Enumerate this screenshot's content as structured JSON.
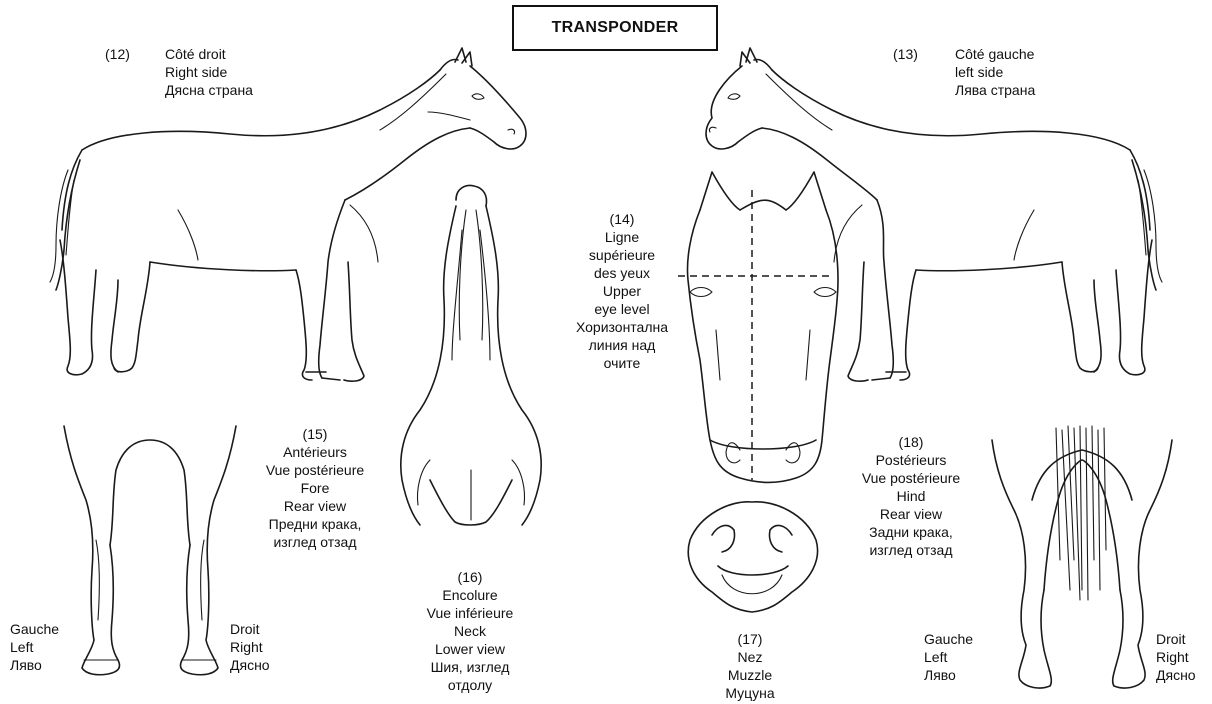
{
  "title": "TRANSPONDER",
  "views": {
    "right_side": {
      "num": "(12)",
      "lines": [
        "Côté droit",
        "Right side",
        "Дясна страна"
      ]
    },
    "left_side": {
      "num": "(13)",
      "lines": [
        "Côté gauche",
        "left side",
        "Лява страна"
      ]
    },
    "eye_level": {
      "lines": [
        "(14)",
        "Ligne",
        "supérieure",
        "des yeux",
        "Upper",
        "eye level",
        "Хоризонтална",
        "линия над",
        "очите"
      ]
    },
    "fore": {
      "lines": [
        "(15)",
        "Antérieurs",
        "Vue postérieure",
        "Fore",
        "Rear view",
        "Предни крака,",
        "изглед отзад"
      ]
    },
    "neck": {
      "lines": [
        "(16)",
        "Encolure",
        "Vue inférieure",
        "Neck",
        "Lower view",
        "Шия, изглед",
        "отдолу"
      ]
    },
    "muzzle": {
      "lines": [
        "(17)",
        "Nez",
        "Muzzle",
        "Муцуна"
      ]
    },
    "hind": {
      "lines": [
        "(18)",
        "Postérieurs",
        "Vue postérieure",
        "Hind",
        "Rear view",
        "Задни крака,",
        "изглед отзад"
      ]
    }
  },
  "fore_sides": {
    "left": [
      "Gauche",
      "Left",
      "Ляво"
    ],
    "right": [
      "Droit",
      "Right",
      "Дясно"
    ]
  },
  "hind_sides": {
    "left": [
      "Gauche",
      "Left",
      "Ляво"
    ],
    "right": [
      "Droit",
      "Right",
      "Дясно"
    ]
  }
}
